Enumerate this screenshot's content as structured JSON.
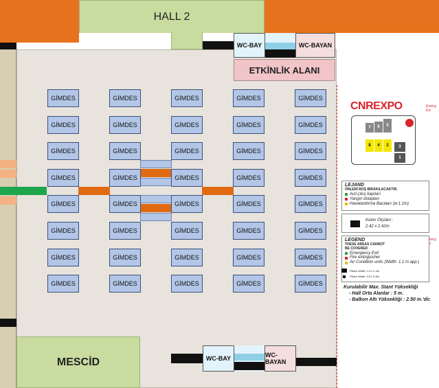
{
  "halls": {
    "hall2_label": "HALL 2",
    "mescid_label": "MESCİD"
  },
  "facilities": {
    "wc_men": "WC-BAY",
    "wc_women": "WC-BAYAN",
    "event_area": "ETKİNLİK ALANI"
  },
  "stands": {
    "label": "GİMDES",
    "columns": 5,
    "rows": 8,
    "color": "#b3c6e7"
  },
  "brand": {
    "logo_text": "CNREXPO",
    "side_text_top": "Emerg Exi",
    "side_text_bottom": "Emerg Exi",
    "accent": "#d7262c"
  },
  "site_map": {
    "cells": [
      "7",
      "6",
      "5",
      "8",
      "4",
      "2",
      "3",
      "1"
    ]
  },
  "legend_tr": {
    "title": "LEJAND",
    "subtitle": "ÖNLERİ BOŞ BIRAKILACAKTIR.",
    "items": [
      {
        "text": "Acil çıkış kapıları",
        "color": "#2e9e44"
      },
      {
        "text": "Yangın dolapları",
        "color": "#d7262c"
      },
      {
        "text": "Havalandırma Bacaları (w:1.1m)",
        "color": "#e0c000"
      }
    ]
  },
  "column_info": {
    "label": "Kolon Ölçüleri :",
    "size": "2.42 x 2.42m"
  },
  "legend_en": {
    "title": "LEGEND",
    "subtitle": "THESE AREAS CANNOT BE COVERED",
    "items": [
      {
        "text": "Emergency Exit",
        "color": "#2e9e44"
      },
      {
        "text": "Fire extinguisher",
        "color": "#d7262c"
      },
      {
        "text": "Air Condition units (Width: 1.1 m app.)",
        "color": "#e0c000"
      }
    ],
    "pillar1": "Pillars Width: 2.4 x 2.4m",
    "pillar2": "Pillars Width: 0.5 x 0.5m"
  },
  "height_info": {
    "title": "Kurulabilir Max. Stant Yüksekliği",
    "line1": "- Hall Orta Alanlar : 5 m.",
    "line2": "- Balkon Altı Yüksekliği : 2.50 m.'dir."
  }
}
